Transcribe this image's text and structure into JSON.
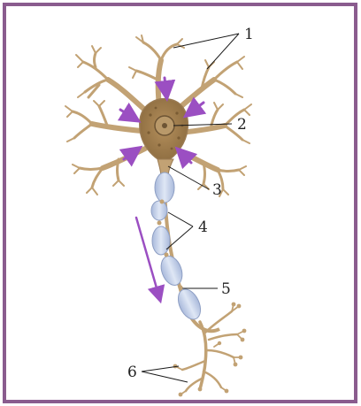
{
  "colors": {
    "frame": "#8a5c8e",
    "dendrite": "#c2a274",
    "dendrite_edge": "#9a7a52",
    "soma": "#9c7a4c",
    "nucleus": "#6d5434",
    "myelin": "#bfcde6",
    "myelin_edge": "#8e9fc4",
    "arrow": "#9b4fc2",
    "leader": "#1a1a1a"
  },
  "labels": {
    "dendrites": "1",
    "cell_body": "2",
    "axon_hillock": "3",
    "nodes_of_ranvier": "4",
    "myelin_sheath": "5",
    "axon_terminals": "6"
  },
  "icons": {
    "signal_arrow": "arrow-icon"
  }
}
